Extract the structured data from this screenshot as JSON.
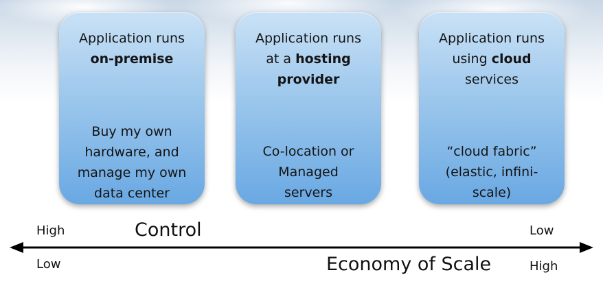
{
  "title_fragment": "",
  "boxes": [
    {
      "top_lines": [
        {
          "text": "Application runs",
          "bold": ""
        },
        {
          "text": "",
          "bold": "on-premise"
        }
      ],
      "bottom_lines": [
        "Buy my own",
        "hardware, and",
        "manage my own",
        "data center"
      ]
    },
    {
      "top_lines": [
        {
          "text": "Application runs",
          "bold": ""
        },
        {
          "text": "at a ",
          "bold": "hosting"
        },
        {
          "text": "",
          "bold": "provider"
        }
      ],
      "bottom_lines": [
        "Co-location or",
        "Managed",
        "servers"
      ]
    },
    {
      "top_lines": [
        {
          "text": "Application runs",
          "bold": ""
        },
        {
          "text": "using ",
          "bold": "cloud"
        },
        {
          "text": "services",
          "bold": ""
        }
      ],
      "bottom_lines": [
        "“cloud fabric”",
        "(elastic, infini-",
        "scale)"
      ]
    }
  ],
  "axis": {
    "control_label": "Control",
    "economy_label": "Economy of Scale",
    "control_left": "High",
    "control_right": "Low",
    "economy_left": "Low",
    "economy_right": "High"
  },
  "colors": {
    "box_top": "#c9e1f6",
    "box_bottom": "#69a8e3",
    "arrow": "#000000"
  }
}
